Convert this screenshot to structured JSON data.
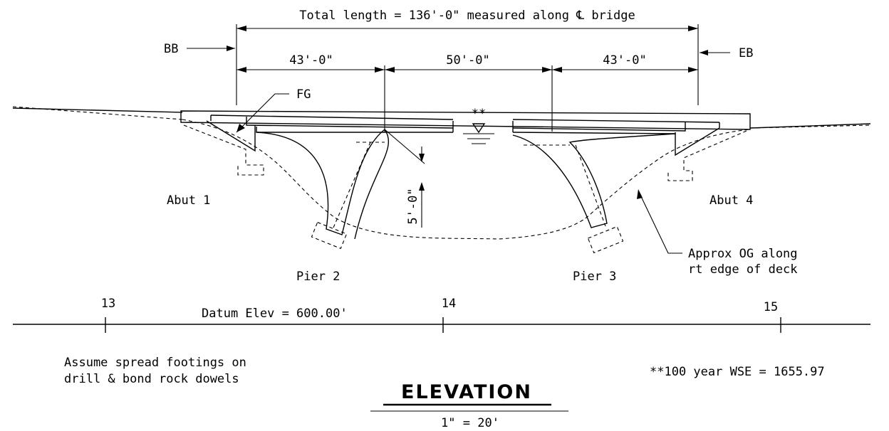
{
  "drawing": {
    "total_length": "Total length = 136'-0\" measured along ℄ bridge",
    "bb_label": "BB",
    "eb_label": "EB",
    "span_1": "43'-0\"",
    "span_2": "50'-0\"",
    "span_3": "43'-0\"",
    "fg_label": "FG",
    "wse_marker": "**",
    "clearance": "5'-0\"",
    "abut_1": "Abut 1",
    "abut_4": "Abut 4",
    "pier_2": "Pier 2",
    "pier_3": "Pier 3",
    "og_note_line1": "Approx OG along",
    "og_note_line2": "rt edge of deck",
    "station_13": "13",
    "station_14": "14",
    "station_15": "15",
    "datum": "Datum Elev = 600.00'",
    "footing_note_line1": "Assume spread footings on",
    "footing_note_line2": "drill & bond rock dowels",
    "wse_note": "**100 year WSE = 1655.97",
    "view_title": "ELEVATION",
    "scale": "1\" = 20'"
  }
}
